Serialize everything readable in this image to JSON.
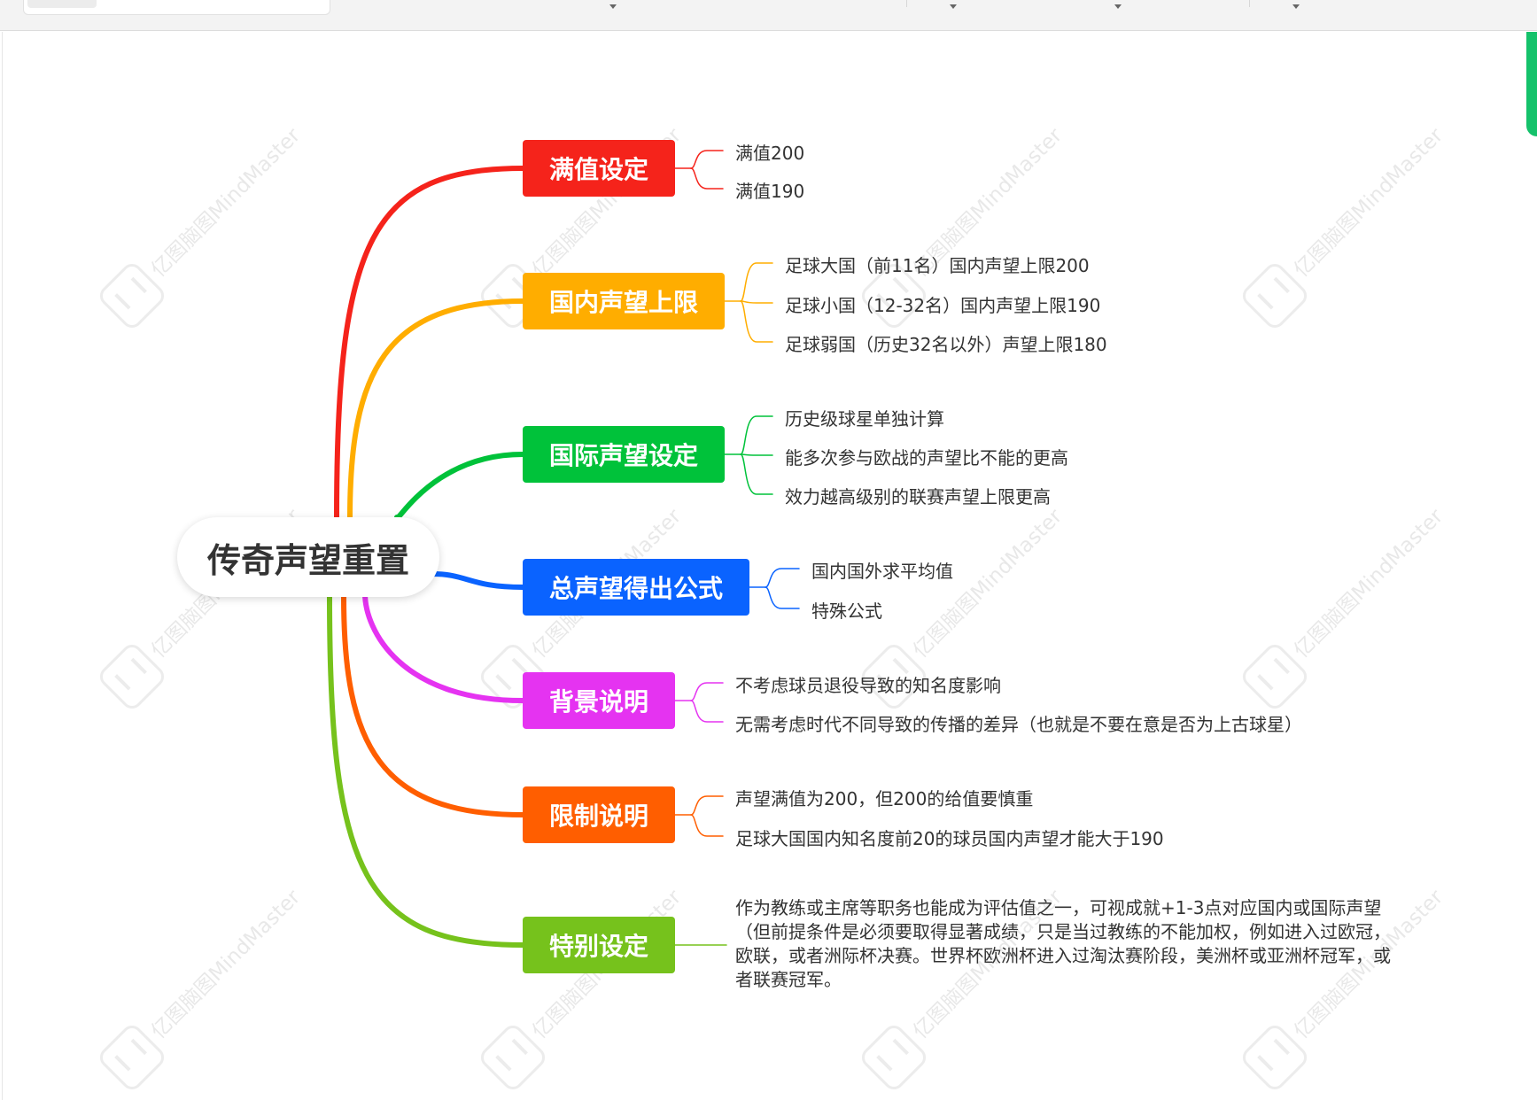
{
  "watermark": "亿图脑图MindMaster",
  "root": {
    "label": "传奇声望重置"
  },
  "branches": [
    {
      "label": "满值设定",
      "color": "#f5231b",
      "children": [
        "满值200",
        "满值190"
      ]
    },
    {
      "label": "国内声望上限",
      "color": "#ffad00",
      "children": [
        "足球大国（前11名）国内声望上限200",
        "足球小国（12-32名）国内声望上限190",
        "足球弱国（历史32名以外）声望上限180"
      ]
    },
    {
      "label": "国际声望设定",
      "color": "#00c23a",
      "children": [
        "历史级球星单独计算",
        "能多次参与欧战的声望比不能的更高",
        "效力越高级别的联赛声望上限更高"
      ]
    },
    {
      "label": "总声望得出公式",
      "color": "#0a63ff",
      "children": [
        "国内国外求平均值",
        "特殊公式"
      ]
    },
    {
      "label": "背景说明",
      "color": "#e533f1",
      "children": [
        "不考虑球员退役导致的知名度影响",
        "无需考虑时代不同导致的传播的差异（也就是不要在意是否为上古球星）"
      ]
    },
    {
      "label": "限制说明",
      "color": "#ff5e00",
      "children": [
        "声望满值为200，但200的给值要慎重",
        "足球大国国内知名度前20的球员国内声望才能大于190"
      ]
    },
    {
      "label": "特别设定",
      "color": "#76c21c",
      "children": [
        "作为教练或主席等职务也能成为评估值之一，可视成就+1-3点对应国内或国际声望（但前提条件是必须要取得显著成绩，只是当过教练的不能加权，例如进入过欧冠，欧联，或者洲际杯决赛。世界杯欧洲杯进入过淘汰赛阶段，美洲杯或亚洲杯冠军，或者联赛冠军。"
      ]
    }
  ]
}
